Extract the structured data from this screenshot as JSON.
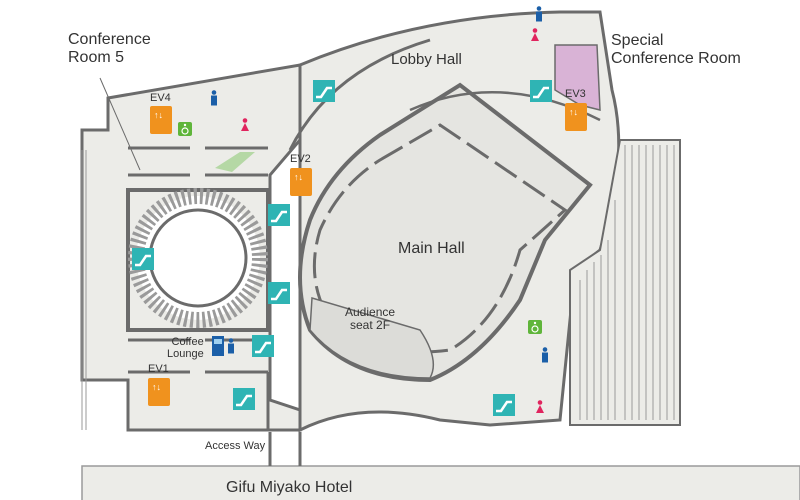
{
  "labels": {
    "conference_room_5_line1": "Conference",
    "conference_room_5_line2": "Room 5",
    "lobby_hall": "Lobby Hall",
    "special_conference_line1": "Special",
    "special_conference_line2": "Conference Room",
    "main_hall": "Main Hall",
    "audience_line1": "Audience",
    "audience_line2": "seat 2F",
    "coffee_line1": "Coffee",
    "coffee_line2": "Lounge",
    "access_way": "Access Way",
    "hotel": "Gifu Miyako Hotel"
  },
  "elevators": {
    "ev1": "EV1",
    "ev2": "EV2",
    "ev3": "EV3",
    "ev4": "EV4"
  },
  "colors": {
    "wall": "#6b6b6b",
    "floor": "#ecece8",
    "hall_floor": "#e5e5e1",
    "elevator": "#f0921e",
    "escalator": "#2fb4b4",
    "wheelchair": "#5fb53a",
    "male": "#1b5fa8",
    "female": "#e0245e",
    "special_room": "#d9b3d6",
    "stair_line": "#9a9a9a"
  },
  "icons": [
    "elevator-icon",
    "escalator-icon",
    "male-restroom-icon",
    "female-restroom-icon",
    "wheelchair-icon",
    "vending-machine-icon",
    "stairs-icon"
  ]
}
